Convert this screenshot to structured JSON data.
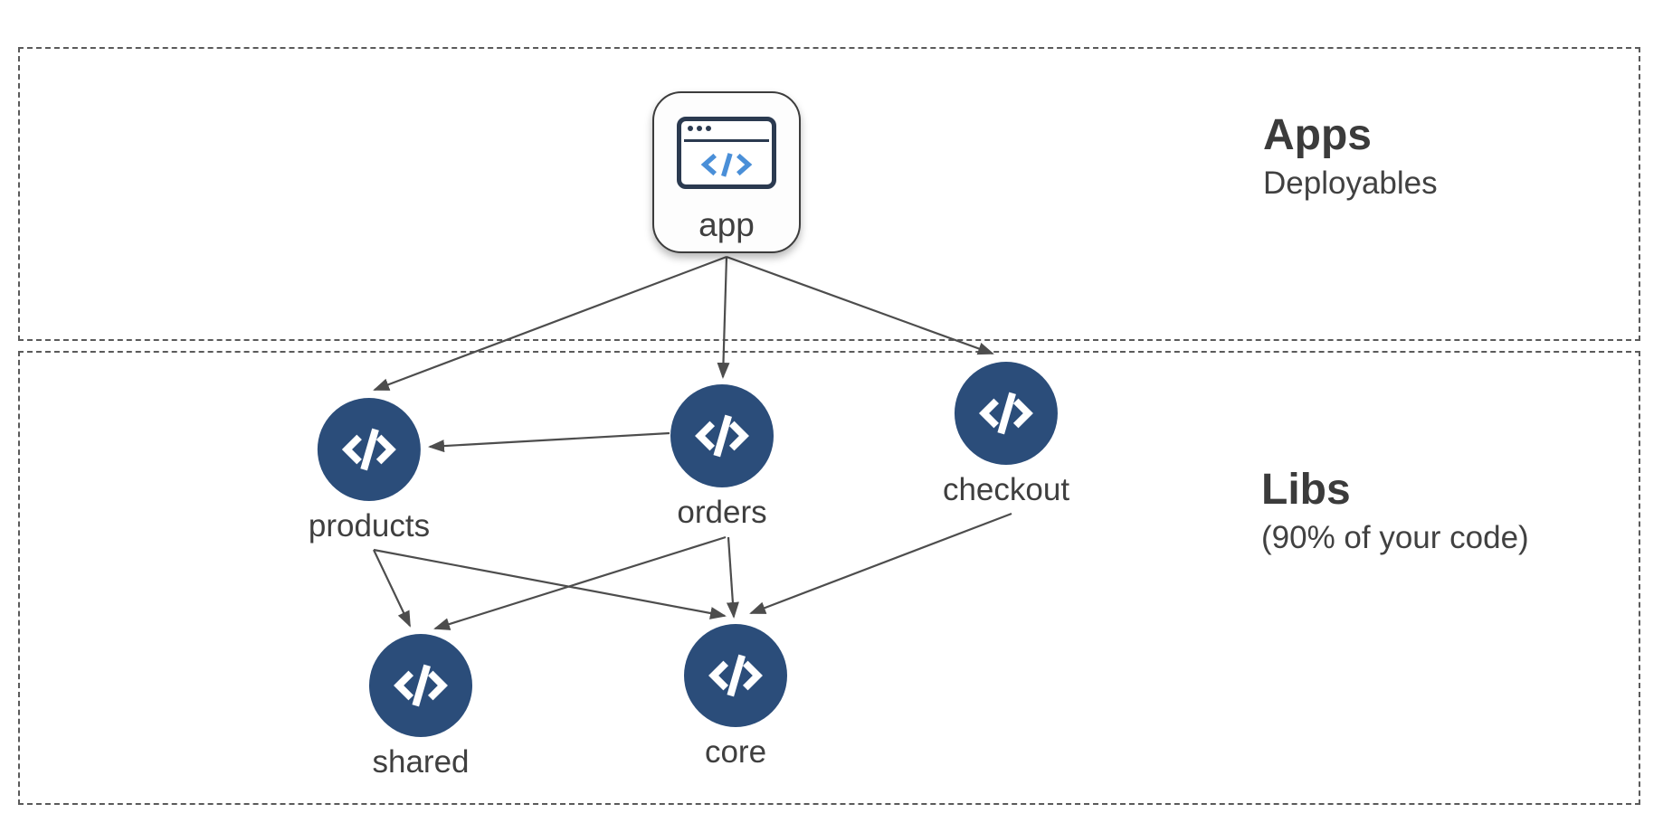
{
  "zones": [
    {
      "id": "apps",
      "title": "Apps",
      "subtitle": "Deployables"
    },
    {
      "id": "libs",
      "title": "Libs",
      "subtitle": "(90% of your code)"
    }
  ],
  "nodes": [
    {
      "id": "app",
      "label": "app",
      "kind": "application",
      "zone": "apps",
      "icon": "browser-code-icon"
    },
    {
      "id": "products",
      "label": "products",
      "kind": "library",
      "zone": "libs",
      "icon": "code-icon"
    },
    {
      "id": "orders",
      "label": "orders",
      "kind": "library",
      "zone": "libs",
      "icon": "code-icon"
    },
    {
      "id": "checkout",
      "label": "checkout",
      "kind": "library",
      "zone": "libs",
      "icon": "code-icon"
    },
    {
      "id": "shared",
      "label": "shared",
      "kind": "library",
      "zone": "libs",
      "icon": "code-icon"
    },
    {
      "id": "core",
      "label": "core",
      "kind": "library",
      "zone": "libs",
      "icon": "code-icon"
    }
  ],
  "edges": [
    {
      "from": "app",
      "to": "products"
    },
    {
      "from": "app",
      "to": "orders"
    },
    {
      "from": "app",
      "to": "checkout"
    },
    {
      "from": "orders",
      "to": "products"
    },
    {
      "from": "products",
      "to": "shared"
    },
    {
      "from": "products",
      "to": "core"
    },
    {
      "from": "orders",
      "to": "shared"
    },
    {
      "from": "orders",
      "to": "core"
    },
    {
      "from": "checkout",
      "to": "core"
    }
  ],
  "colors": {
    "lib_node_fill": "#2b4d7a",
    "edge": "#4d4d4d",
    "zone_border": "#5a5a5a",
    "text": "#3f3f3f",
    "app_icon_border": "#2b3a50",
    "app_icon_code": "#4a8fd8",
    "node_glyph": "#ffffff"
  }
}
